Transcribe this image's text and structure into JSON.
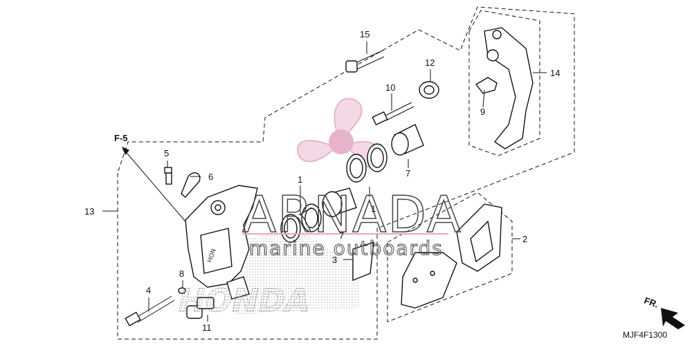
{
  "diagram_code": "MJF4F1300",
  "section_ref": "F-5",
  "direction_label": "FR.",
  "callouts": {
    "c1a": "1",
    "c1b": "1",
    "c2": "2",
    "c3": "3",
    "c4": "4",
    "c5": "5",
    "c6": "6",
    "c7a": "7",
    "c7b": "7",
    "c8": "8",
    "c9": "9",
    "c10": "10",
    "c11": "11",
    "c12": "12",
    "c13": "13",
    "c14": "14",
    "c15": "15"
  },
  "watermark": {
    "brand": "ARNADA",
    "tagline": "marine outboards",
    "caliper_logo": "HONDA"
  },
  "colors": {
    "logo_pink": "#e3a6c3",
    "logo_pink_light": "#f3d2e2",
    "ink": "#111111"
  },
  "icons": {
    "direction": "arrow-right-icon",
    "logo": "propeller-icon"
  }
}
